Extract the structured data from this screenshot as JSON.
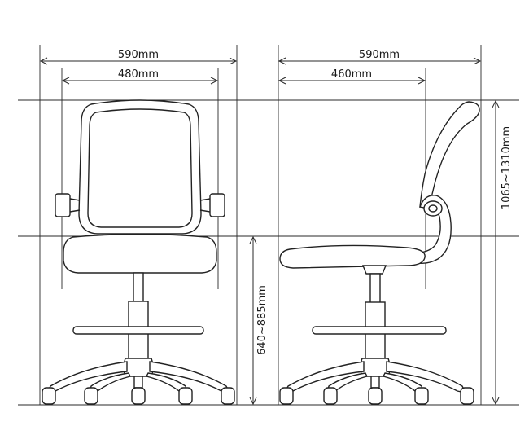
{
  "dimensions": {
    "front_overall_width": "590mm",
    "front_seat_width": "480mm",
    "side_overall_depth": "590mm",
    "side_seat_depth": "460mm",
    "overall_height": "1065~1310mm",
    "seat_height": "640~885mm"
  },
  "colors": {
    "line": "#2a2a2a",
    "background": "#ffffff"
  }
}
